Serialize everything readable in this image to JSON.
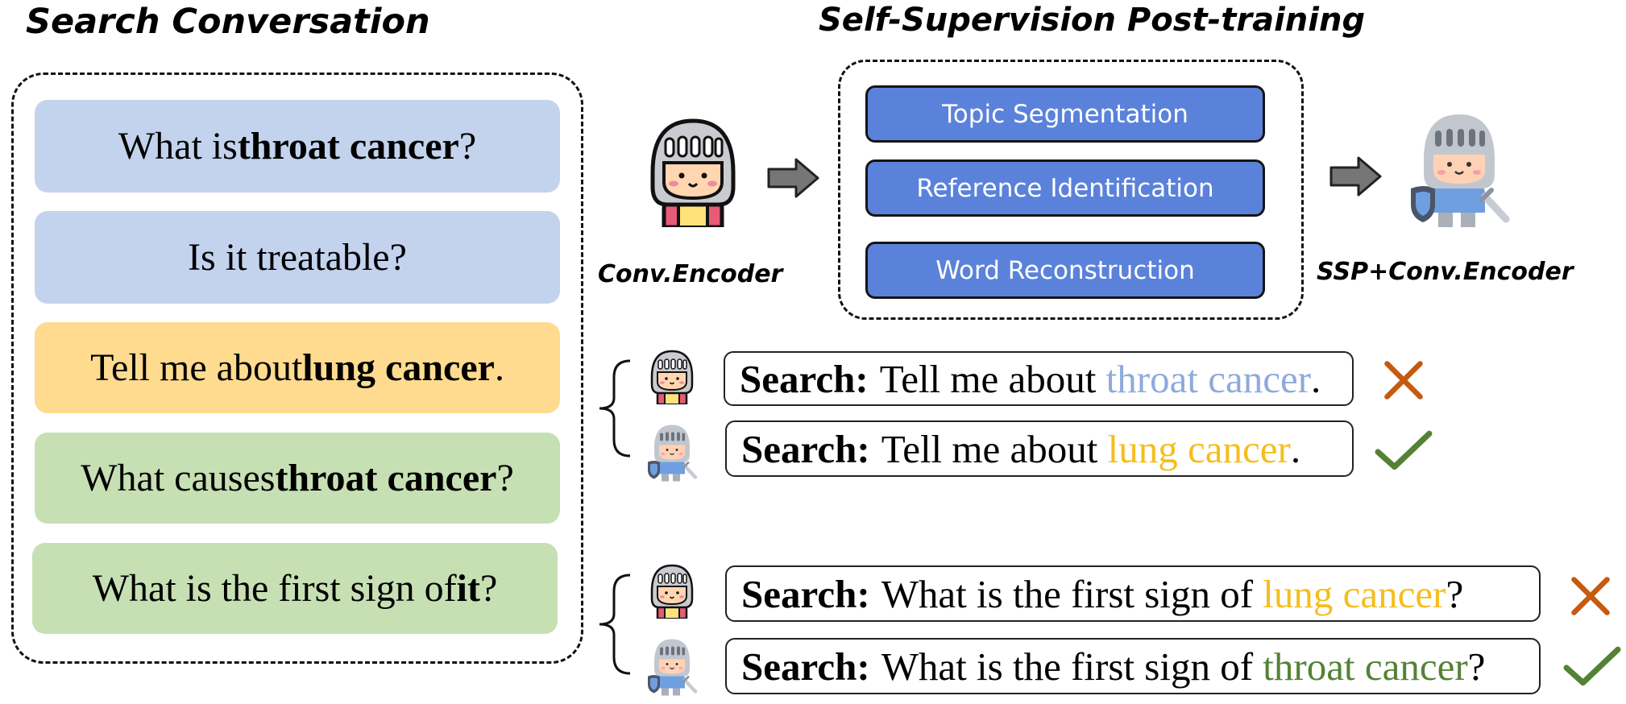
{
  "left": {
    "title": "Search Conversation",
    "turns": [
      {
        "pre": "What is ",
        "bold": "throat cancer",
        "post": "?",
        "color": "#c3d3ee"
      },
      {
        "pre": "Is it treatable?",
        "bold": "",
        "post": "",
        "color": "#c3d3ee"
      },
      {
        "pre": "Tell me about ",
        "bold": "lung cancer",
        "post": ".",
        "color": "#fedb8f"
      },
      {
        "pre": "What causes ",
        "bold": "throat cancer",
        "post": "?",
        "color": "#c6e0b4"
      },
      {
        "pre": "What is the first sign of ",
        "bold": "it",
        "post": "?",
        "color": "#c6e0b4"
      }
    ]
  },
  "ssp": {
    "title": "Self-Supervision Post-training",
    "tasks": [
      "Topic Segmentation",
      "Reference Identification",
      "Word Reconstruction"
    ],
    "encoder_label": "Conv.Encoder",
    "ssp_encoder_label": "SSP+Conv.Encoder",
    "task_color": "#5b82da"
  },
  "results": [
    {
      "label": "Search:",
      "pre": "Tell me about ",
      "highlight": "throat cancer",
      "post": ".",
      "highlight_color": "#8eaadc",
      "verdict": "cross-icon",
      "encoder": "plain-knight-icon"
    },
    {
      "label": "Search:",
      "pre": "Tell me about ",
      "highlight": "lung cancer",
      "post": ".",
      "highlight_color": "#f5be1e",
      "verdict": "check-icon",
      "encoder": "armored-knight-icon"
    },
    {
      "label": "Search:",
      "pre": "What is the first sign of ",
      "highlight": "lung cancer",
      "post": "?",
      "highlight_color": "#f5be1e",
      "verdict": "cross-icon",
      "encoder": "plain-knight-icon"
    },
    {
      "label": "Search:",
      "pre": "What is the first sign of ",
      "highlight": "throat cancer",
      "post": "?",
      "highlight_color": "#548235",
      "verdict": "check-icon",
      "encoder": "armored-knight-icon"
    }
  ],
  "colors": {
    "cross": "#c55a11",
    "check": "#548235",
    "arrow": "#767676"
  }
}
